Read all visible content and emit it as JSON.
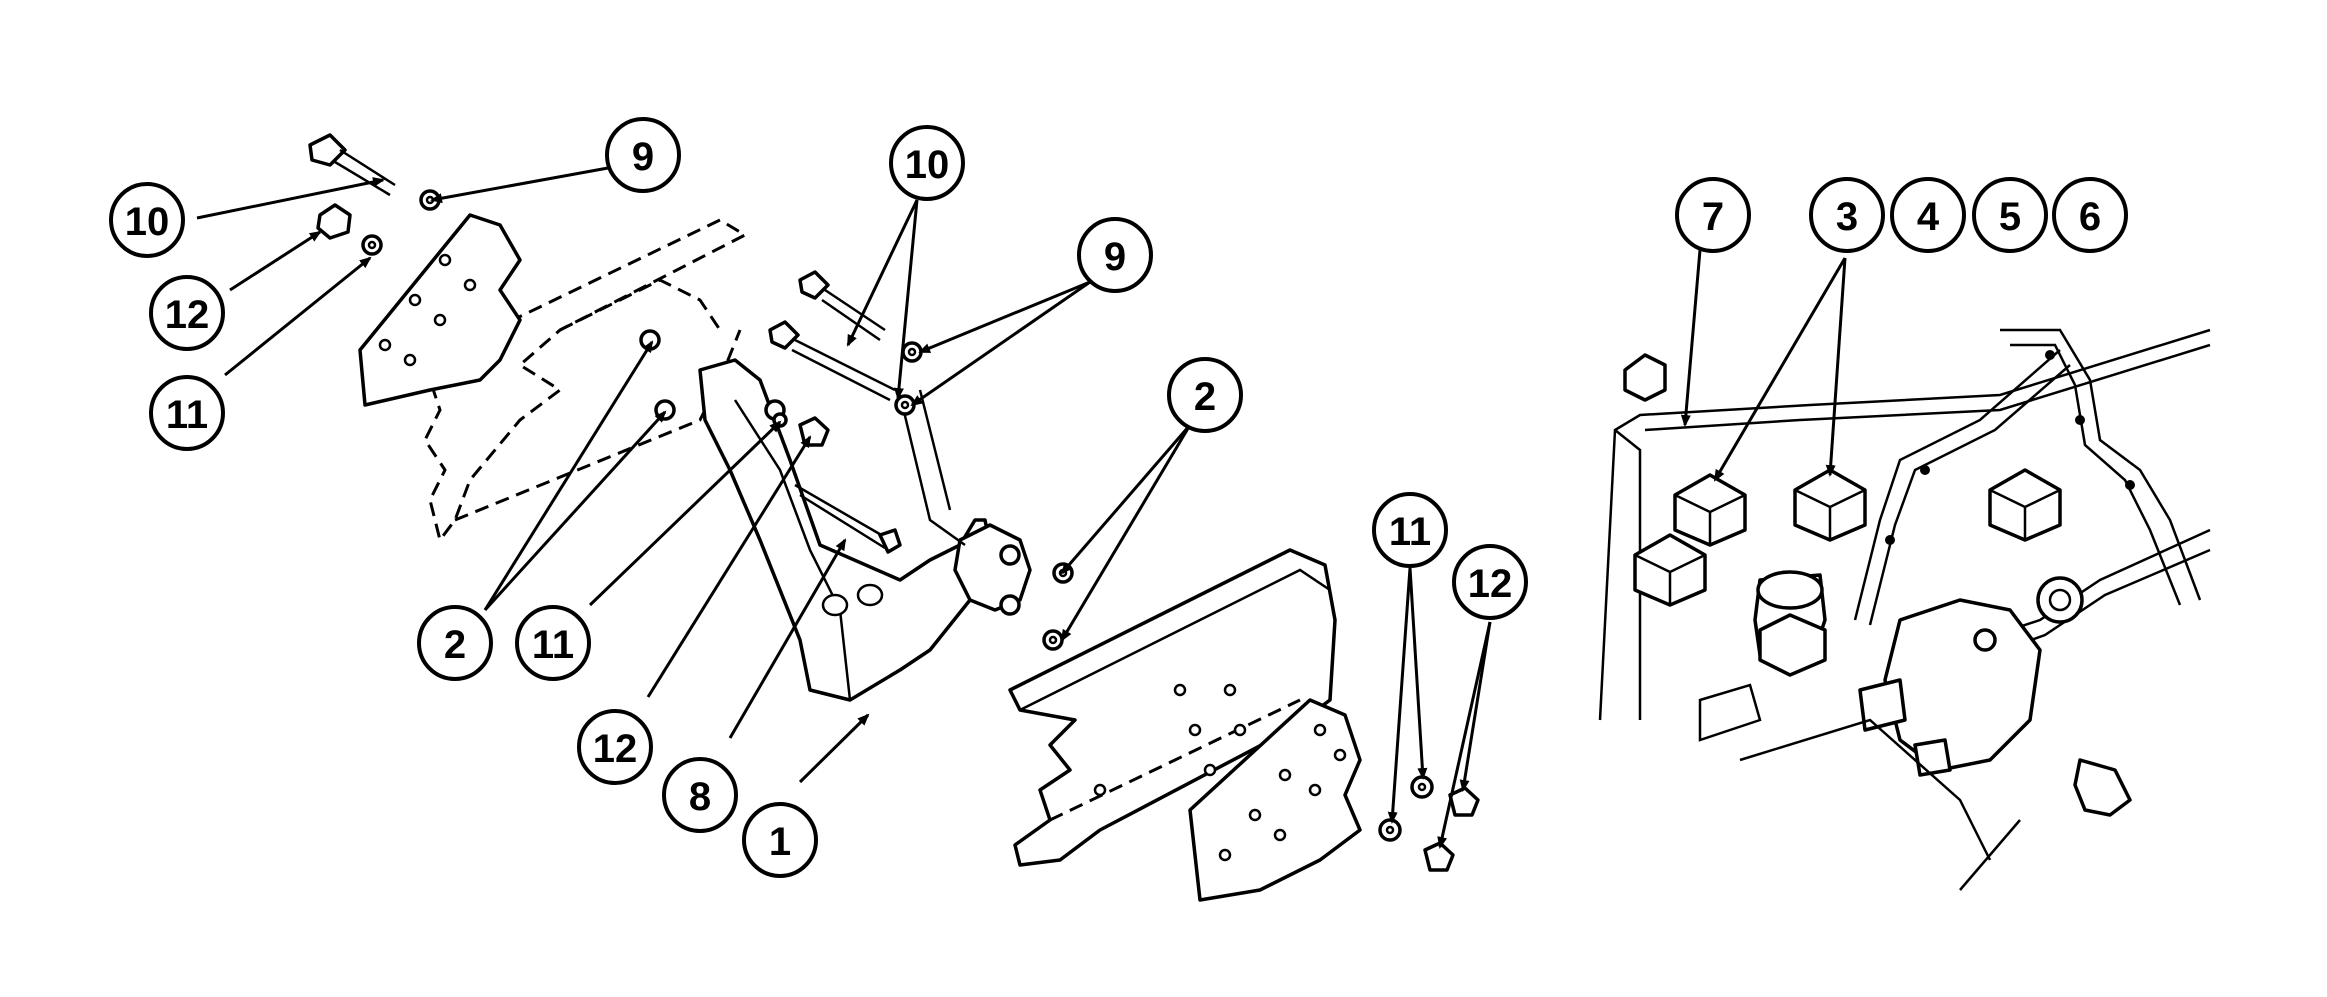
{
  "callouts": {
    "c10a": "10",
    "c12a": "12",
    "c11a": "11",
    "c9a": "9",
    "c10b": "10",
    "c9b": "9",
    "c2a": "2",
    "c2b": "2",
    "c11b": "11",
    "c12b": "12",
    "c8": "8",
    "c1": "1",
    "c11c": "11",
    "c12c": "12",
    "c7": "7",
    "c3": "3",
    "c4": "4",
    "c5": "5",
    "c6": "6"
  },
  "colors": {
    "ink": "#000000",
    "paper": "#ffffff"
  }
}
